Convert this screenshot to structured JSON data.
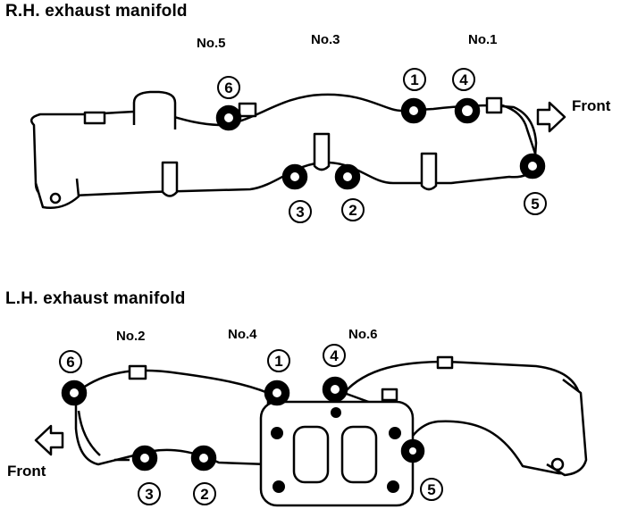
{
  "rh": {
    "title": "R.H. exhaust manifold",
    "cylinders": [
      "No.5",
      "No.3",
      "No.1"
    ],
    "sequence": [
      "6",
      "1",
      "4",
      "3",
      "2",
      "5"
    ],
    "front": "Front"
  },
  "lh": {
    "title": "L.H. exhaust manifold",
    "cylinders": [
      "No.2",
      "No.4",
      "No.6"
    ],
    "sequence": [
      "6",
      "1",
      "4",
      "3",
      "2",
      "5"
    ],
    "front": "Front"
  }
}
